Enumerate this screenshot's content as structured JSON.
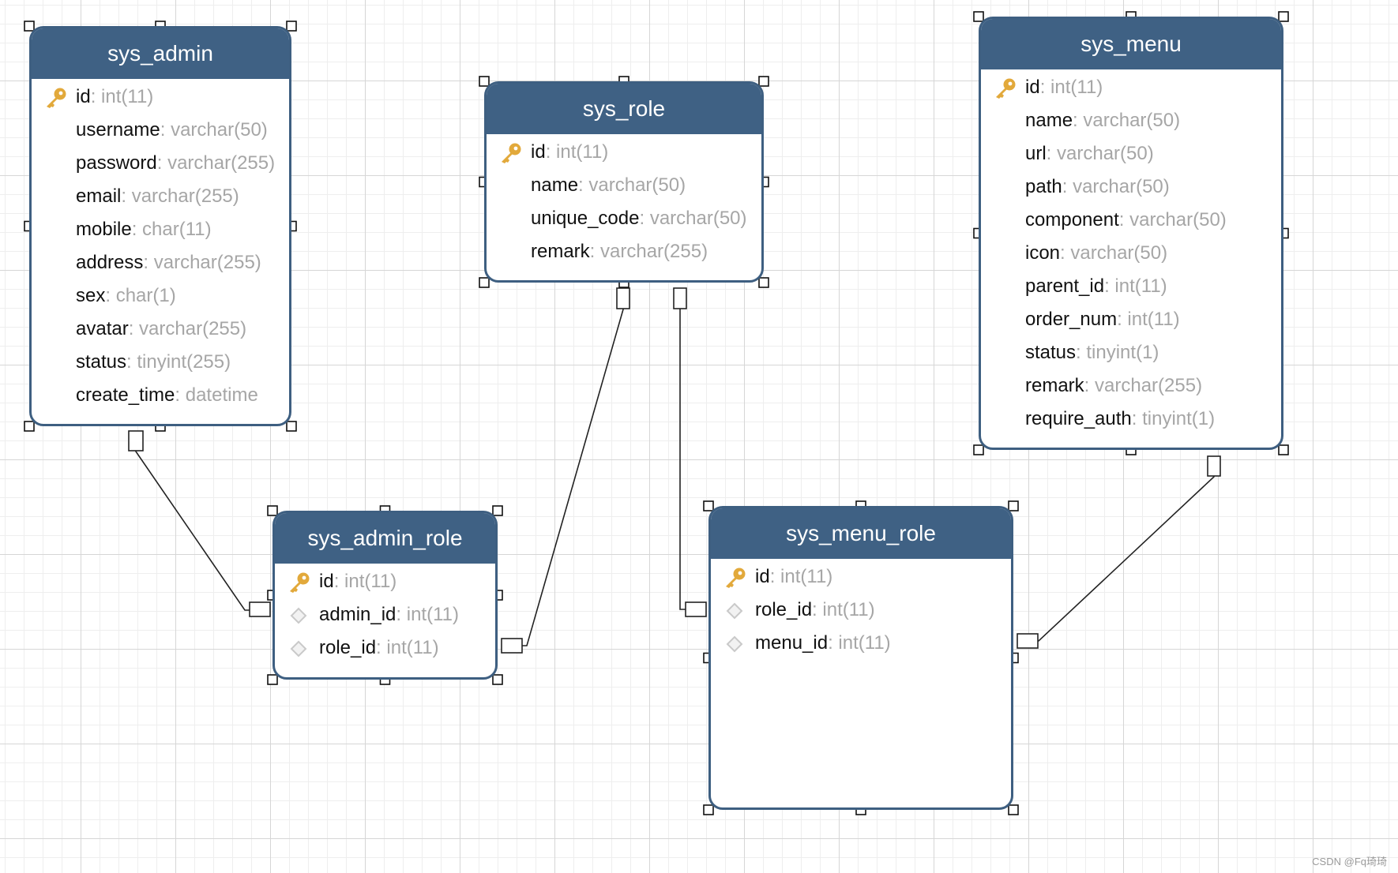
{
  "tables": [
    {
      "name": "sys_admin",
      "fields": [
        {
          "name": "id",
          "type": "int(11)",
          "icon": "primary-key-icon"
        },
        {
          "name": "username",
          "type": "varchar(50)",
          "icon": ""
        },
        {
          "name": "password",
          "type": "varchar(255)",
          "icon": ""
        },
        {
          "name": "email",
          "type": "varchar(255)",
          "icon": ""
        },
        {
          "name": "mobile",
          "type": "char(11)",
          "icon": ""
        },
        {
          "name": "address",
          "type": "varchar(255)",
          "icon": ""
        },
        {
          "name": "sex",
          "type": "char(1)",
          "icon": ""
        },
        {
          "name": "avatar",
          "type": "varchar(255)",
          "icon": ""
        },
        {
          "name": "status",
          "type": "tinyint(255)",
          "icon": ""
        },
        {
          "name": "create_time",
          "type": "datetime",
          "icon": ""
        }
      ]
    },
    {
      "name": "sys_role",
      "fields": [
        {
          "name": "id",
          "type": "int(11)",
          "icon": "primary-key-icon"
        },
        {
          "name": "name",
          "type": "varchar(50)",
          "icon": ""
        },
        {
          "name": "unique_code",
          "type": "varchar(50)",
          "icon": ""
        },
        {
          "name": "remark",
          "type": "varchar(255)",
          "icon": ""
        }
      ]
    },
    {
      "name": "sys_menu",
      "fields": [
        {
          "name": "id",
          "type": "int(11)",
          "icon": "primary-key-icon"
        },
        {
          "name": "name",
          "type": "varchar(50)",
          "icon": ""
        },
        {
          "name": "url",
          "type": "varchar(50)",
          "icon": ""
        },
        {
          "name": "path",
          "type": "varchar(50)",
          "icon": ""
        },
        {
          "name": "component",
          "type": "varchar(50)",
          "icon": ""
        },
        {
          "name": "icon",
          "type": "varchar(50)",
          "icon": ""
        },
        {
          "name": "parent_id",
          "type": "int(11)",
          "icon": ""
        },
        {
          "name": "order_num",
          "type": "int(11)",
          "icon": ""
        },
        {
          "name": "status",
          "type": "tinyint(1)",
          "icon": ""
        },
        {
          "name": "remark",
          "type": "varchar(255)",
          "icon": ""
        },
        {
          "name": "require_auth",
          "type": "tinyint(1)",
          "icon": ""
        }
      ]
    },
    {
      "name": "sys_admin_role",
      "fields": [
        {
          "name": "id",
          "type": "int(11)",
          "icon": "primary-key-icon"
        },
        {
          "name": "admin_id",
          "type": "int(11)",
          "icon": "foreign-key-diamond-icon"
        },
        {
          "name": "role_id",
          "type": "int(11)",
          "icon": "foreign-key-diamond-icon"
        }
      ]
    },
    {
      "name": "sys_menu_role",
      "fields": [
        {
          "name": "id",
          "type": "int(11)",
          "icon": "primary-key-icon"
        },
        {
          "name": "role_id",
          "type": "int(11)",
          "icon": "foreign-key-diamond-icon"
        },
        {
          "name": "menu_id",
          "type": "int(11)",
          "icon": "foreign-key-diamond-icon"
        }
      ]
    }
  ],
  "relationships": [
    {
      "from": "sys_admin.id",
      "to": "sys_admin_role.admin_id"
    },
    {
      "from": "sys_role.id",
      "to": "sys_admin_role.role_id"
    },
    {
      "from": "sys_role.id",
      "to": "sys_menu_role.role_id"
    },
    {
      "from": "sys_menu.id",
      "to": "sys_menu_role.menu_id"
    }
  ],
  "colors": {
    "header": "#3f6184",
    "border": "#3e5f81",
    "type_text": "#a6a6a6",
    "key_icon": "#e2a93b",
    "diamond_icon": "#c9c9c9"
  },
  "watermark": "CSDN @Fq琦琦"
}
